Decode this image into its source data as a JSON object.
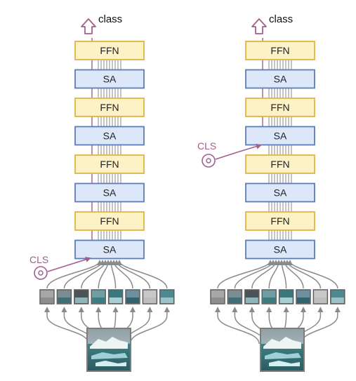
{
  "left_panel": {
    "output_label": "class",
    "cls_label": "CLS",
    "blocks": [
      "FFN",
      "SA",
      "FFN",
      "SA",
      "FFN",
      "SA",
      "FFN",
      "SA"
    ]
  },
  "right_panel": {
    "output_label": "class",
    "cls_label": "CLS",
    "blocks": [
      "FFN",
      "SA",
      "FFN",
      "SA",
      "FFN",
      "SA",
      "FFN",
      "SA"
    ]
  },
  "colors": {
    "ffn_fill": "#fdf1c6",
    "ffn_stroke": "#e2b543",
    "sa_fill": "#dce7fa",
    "sa_stroke": "#5c7db8",
    "cls_color": "#a0608e",
    "arrow_gray": "#8a8a8a"
  },
  "icons": {
    "output_arrow": "hollow-up-arrow-icon",
    "cls_token": "concentric-circle-icon",
    "input_image": "iceberg-photo",
    "patch_thumbnail": "image-patch"
  }
}
